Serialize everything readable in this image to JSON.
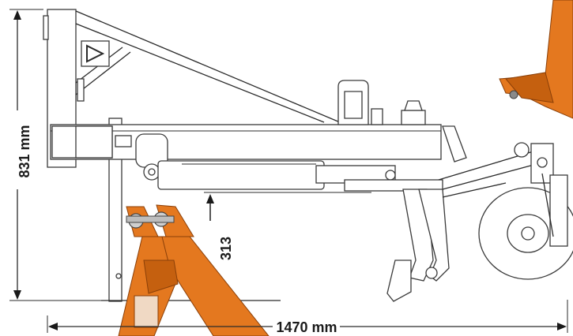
{
  "dimensions": {
    "height_label": "831 mm",
    "width_label": "1470 mm",
    "offset_label": "313"
  },
  "colors": {
    "frame_orange": "#e4781f",
    "line": "#2b2b2b",
    "background": "#ffffff"
  },
  "icons": {
    "warning_triangle": "triangle-icon"
  }
}
